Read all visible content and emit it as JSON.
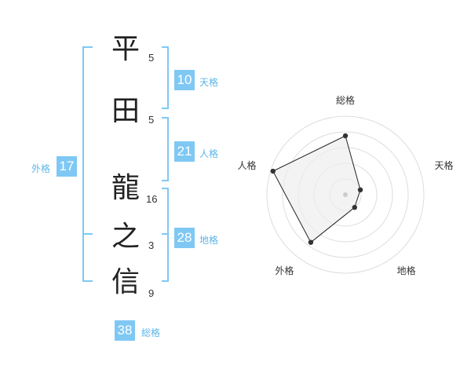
{
  "name": {
    "chars": [
      {
        "char": "平",
        "strokes": "5"
      },
      {
        "char": "田",
        "strokes": "5"
      },
      {
        "char": "龍",
        "strokes": "16"
      },
      {
        "char": "之",
        "strokes": "3"
      },
      {
        "char": "信",
        "strokes": "9"
      }
    ]
  },
  "kakusu": {
    "tenkaku": {
      "value": "10",
      "label": "天格"
    },
    "jinkaku": {
      "value": "21",
      "label": "人格"
    },
    "chikaku": {
      "value": "28",
      "label": "地格"
    },
    "gaikaku": {
      "value": "17",
      "label": "外格"
    },
    "soukaku": {
      "value": "38",
      "label": "総格"
    }
  },
  "accent_color": "#7fc8f4",
  "chart_data": {
    "type": "radar",
    "axes": [
      "総格",
      "天格",
      "地格",
      "外格",
      "人格"
    ],
    "values": [
      0.75,
      0.2,
      0.2,
      0.75,
      0.97
    ],
    "rings": 5,
    "fill": "#eeeeee",
    "line": "#222222"
  }
}
